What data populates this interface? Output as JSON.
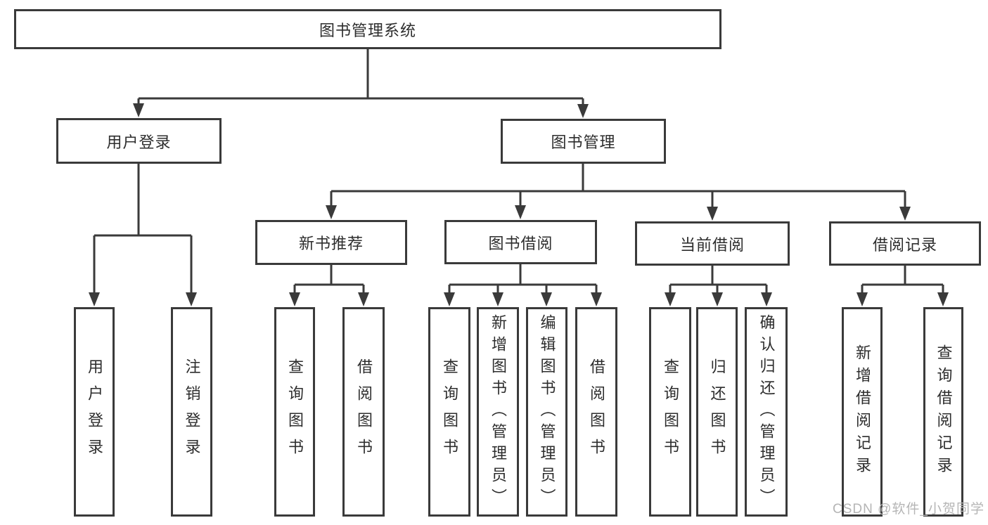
{
  "diagram": {
    "colors": {
      "line": "#3a3a3a",
      "text": "#2d2d2d",
      "background": "#ffffff",
      "watermark": "#b5b5b5"
    },
    "nodes": {
      "root": "图书管理系统",
      "user_login": "用户登录",
      "book_management": "图书管理",
      "new_book_recommend": "新书推荐",
      "book_borrowing": "图书借阅",
      "current_borrowing": "当前借阅",
      "borrowing_records": "借阅记录",
      "leaf_user_login": "用户登录",
      "leaf_logout": "注销登录",
      "leaf_nb_query_book": "查询图书",
      "leaf_nb_borrow_book": "借阅图书",
      "leaf_bb_query_book": "查询图书",
      "leaf_bb_add_book_admin": "新增图书（管理员）",
      "leaf_bb_edit_book_admin": "编辑图书（管理员）",
      "leaf_bb_borrow_book": "借阅图书",
      "leaf_cb_query_book": "查询图书",
      "leaf_cb_return_book": "归还图书",
      "leaf_cb_confirm_return_admin": "确认归还（管理员）",
      "leaf_br_add_record": "新增借阅记录",
      "leaf_br_query_record": "查询借阅记录"
    },
    "watermark": "CSDN @软件_小贺同学"
  }
}
